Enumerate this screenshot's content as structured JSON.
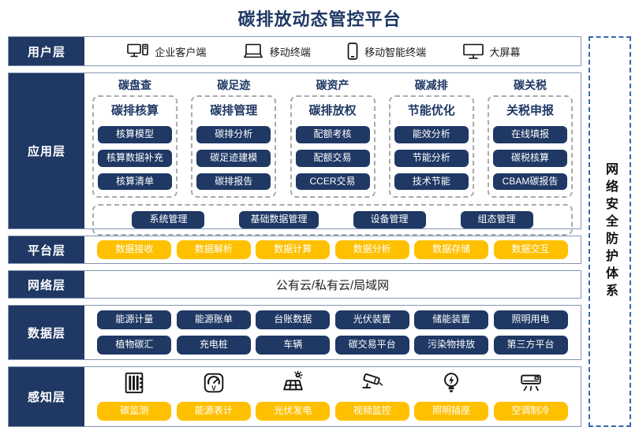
{
  "title": "碳排放动态管控平台",
  "security_bar": {
    "label": "网络安全防护体系"
  },
  "colors": {
    "navy": "#1F3864",
    "yellow": "#FFC000",
    "row_border": "#8496B0",
    "dashed_box_border": "#ABABAB",
    "security_border": "#3A66B0"
  },
  "layers": {
    "user": {
      "label": "用户层",
      "items": [
        {
          "icon": "desktop-pc-icon",
          "label": "企业客户端"
        },
        {
          "icon": "laptop-icon",
          "label": "移动终端"
        },
        {
          "icon": "smartphone-icon",
          "label": "移动智能终端"
        },
        {
          "icon": "big-screen-icon",
          "label": "大屏幕"
        }
      ]
    },
    "application": {
      "label": "应用层",
      "columns": [
        {
          "header": "碳盘查",
          "subheader": "碳排核算",
          "items": [
            "核算模型",
            "核算数据补充",
            "核算清单"
          ]
        },
        {
          "header": "碳足迹",
          "subheader": "碳排管理",
          "items": [
            "碳排分析",
            "碳足迹建模",
            "碳排报告"
          ]
        },
        {
          "header": "碳资产",
          "subheader": "碳排放权",
          "items": [
            "配额考核",
            "配额交易",
            "CCER交易"
          ]
        },
        {
          "header": "碳减排",
          "subheader": "节能优化",
          "items": [
            "能效分析",
            "节能分析",
            "技术节能"
          ]
        },
        {
          "header": "碳关税",
          "subheader": "关税申报",
          "items": [
            "在线填报",
            "碳税核算",
            "CBAM碳报告"
          ]
        }
      ],
      "common_items": [
        "系统管理",
        "基础数据管理",
        "设备管理",
        "组态管理"
      ]
    },
    "platform": {
      "label": "平台层",
      "items": [
        "数据接收",
        "数据解析",
        "数据计算",
        "数据分析",
        "数据存储",
        "数据交互"
      ]
    },
    "network": {
      "label": "网络层",
      "text": "公有云/私有云/局域网"
    },
    "data": {
      "label": "数据层",
      "rows": [
        [
          "能源计量",
          "能源账单",
          "台账数据",
          "光伏装置",
          "储能装置",
          "照明用电"
        ],
        [
          "植物碳汇",
          "充电桩",
          "车辆",
          "碳交易平台",
          "污染物排放",
          "第三方平台"
        ]
      ]
    },
    "perception": {
      "label": "感知层",
      "items": [
        {
          "icon": "carbon-monitor-icon",
          "label": "碳监测"
        },
        {
          "icon": "energy-meter-icon",
          "label": "能源表计"
        },
        {
          "icon": "solar-panel-icon",
          "label": "光伏发电"
        },
        {
          "icon": "cctv-camera-icon",
          "label": "视频监控"
        },
        {
          "icon": "light-bulb-icon",
          "label": "照明插座"
        },
        {
          "icon": "air-conditioner-icon",
          "label": "空调制冷"
        }
      ]
    }
  }
}
